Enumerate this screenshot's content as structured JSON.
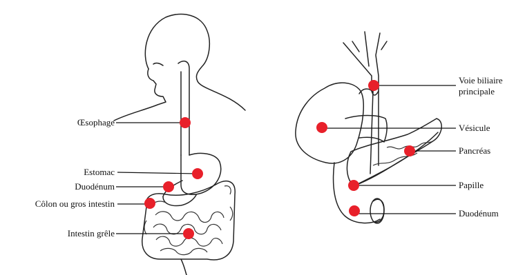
{
  "left_panel": {
    "labels": [
      "Œsophage",
      "Estomac",
      "Duodénum",
      "Côlon ou gros intestin",
      "Intestin grêle"
    ]
  },
  "right_panel": {
    "labels": [
      "Voie biliaire",
      "principale",
      "Vésicule",
      "Pancréas",
      "Papille",
      "Duodénum"
    ]
  },
  "colors": {
    "marker": "#e8202a",
    "line": "#111111",
    "background": "#ffffff"
  }
}
